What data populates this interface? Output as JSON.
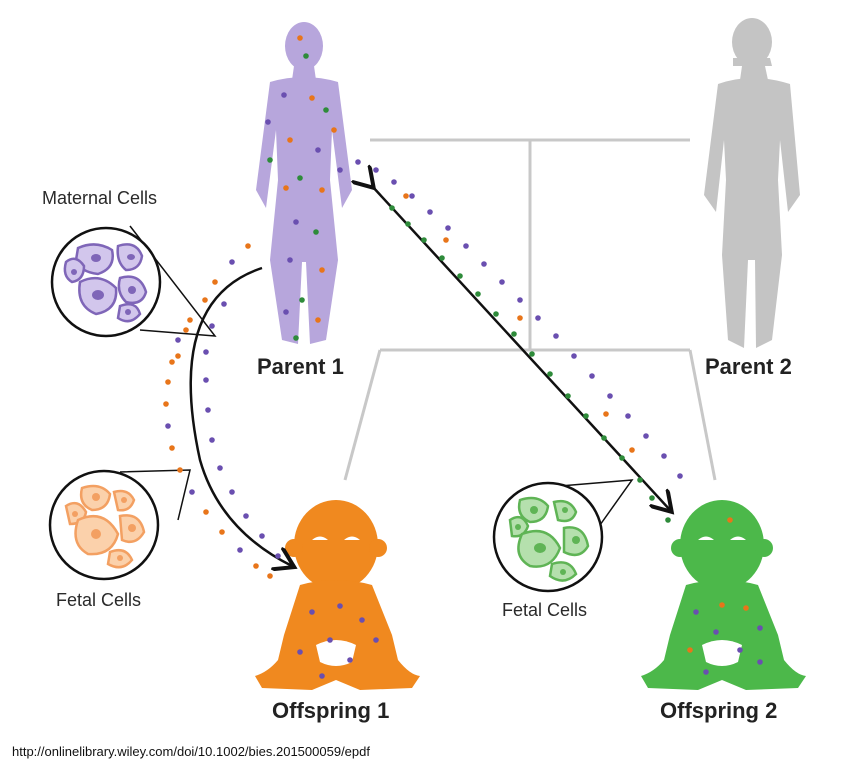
{
  "labels": {
    "parent1": "Parent 1",
    "parent2": "Parent 2",
    "offspring1": "Offspring 1",
    "offspring2": "Offspring 2",
    "maternal_cells": "Maternal Cells",
    "fetal_cells_1": "Fetal Cells",
    "fetal_cells_2": "Fetal Cells"
  },
  "source": "http://onlinelibrary.wiley.com/doi/10.1002/bies.201500059/epdf",
  "colors": {
    "parent1": "#b7a6dc",
    "parent2": "#c4c4c4",
    "offspring1": "#f0891f",
    "offspring2": "#4cb84a",
    "dot_purple": "#6a4fb0",
    "dot_orange": "#e8751a",
    "dot_green": "#2e8b3a",
    "tree_line": "#c8c8c8"
  },
  "icons": [
    "maternal-cells-inset",
    "fetal-cells-inset",
    "transfer-arrow"
  ]
}
